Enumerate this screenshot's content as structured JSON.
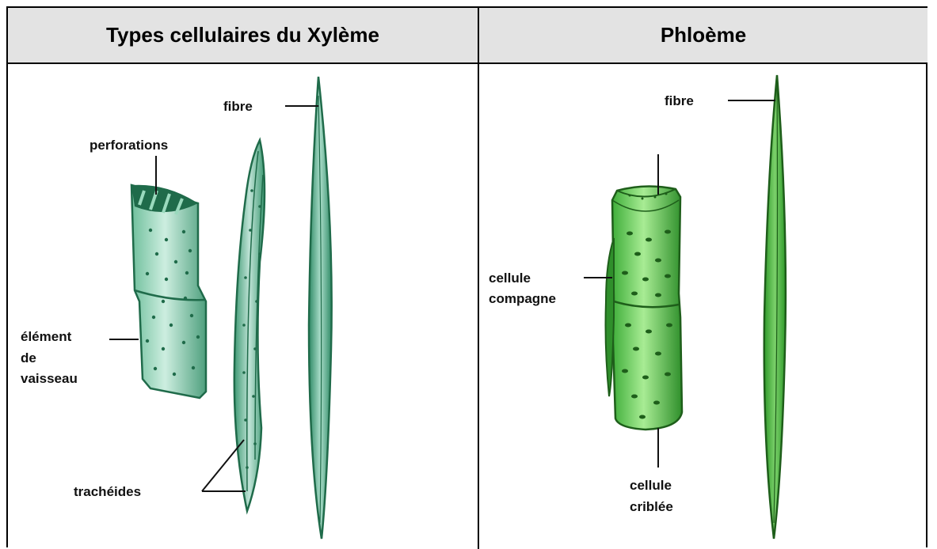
{
  "table": {
    "headers": {
      "xylem": "Types cellulaires du Xylème",
      "phloem": "Phloème"
    }
  },
  "xylem": {
    "labels": {
      "fibre": "fibre",
      "perforations": "perforations",
      "vessel_line1": "élément",
      "vessel_line2": "de",
      "vessel_line3": "vaisseau",
      "tracheids": "trachéides"
    }
  },
  "phloem": {
    "labels": {
      "fibre": "fibre",
      "companion_line1": "cellule",
      "companion_line2": "compagne",
      "sieve_line1": "cellule",
      "sieve_line2": "criblée"
    }
  },
  "colors": {
    "xylem_light": "#bfe3d6",
    "xylem_mid": "#6fbf9c",
    "xylem_dark": "#1f6b4a",
    "phloem_light": "#9fe08f",
    "phloem_mid": "#3fae3a",
    "phloem_dark": "#1e5e1a",
    "header_bg": "#e3e3e3"
  }
}
